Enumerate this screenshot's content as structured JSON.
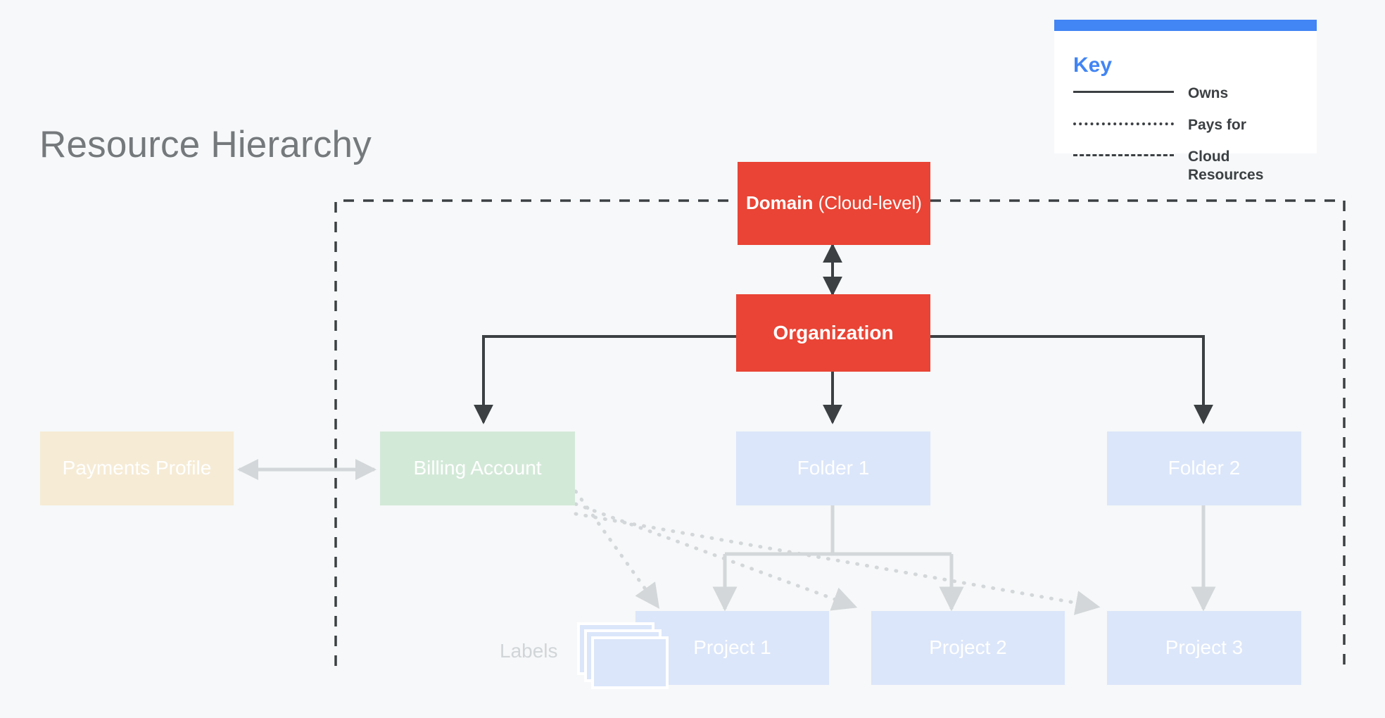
{
  "page": {
    "title": "Resource Hierarchy",
    "background_color": "#f6f8f9"
  },
  "key": {
    "title": "Key",
    "accent_color": "#4285f4",
    "items": [
      {
        "style": "solid",
        "label": "Owns"
      },
      {
        "style": "dotted",
        "label": "Pays for"
      },
      {
        "style": "dashed",
        "label": "Cloud Resources"
      }
    ]
  },
  "nodes": {
    "domain": {
      "label_strong": "Domain",
      "label_normal": " (Cloud-level)",
      "color": "#e94435"
    },
    "organization": {
      "label": "Organization",
      "color": "#e94435"
    },
    "payments_profile": {
      "label": "Payments Profile",
      "color": "#f6ebd5"
    },
    "billing_account": {
      "label": "Billing Account",
      "color": "#d3e9d8"
    },
    "folder_1": {
      "label": "Folder 1",
      "color": "#dbe6fa"
    },
    "folder_2": {
      "label": "Folder 2",
      "color": "#dbe6fa"
    },
    "project_1": {
      "label": "Project 1",
      "color": "#dbe6fa"
    },
    "project_2": {
      "label": "Project 2",
      "color": "#dbe6fa"
    },
    "project_3": {
      "label": "Project 3",
      "color": "#dbe6fa"
    },
    "labels": {
      "label": "Labels",
      "color": "#dbe6fa"
    }
  },
  "connector_colors": {
    "owns_dark": "#3c4043",
    "owns_light": "#d4d7d9",
    "pays_for": "#d4d7d9",
    "cloud_boundary": "#3c4043"
  }
}
